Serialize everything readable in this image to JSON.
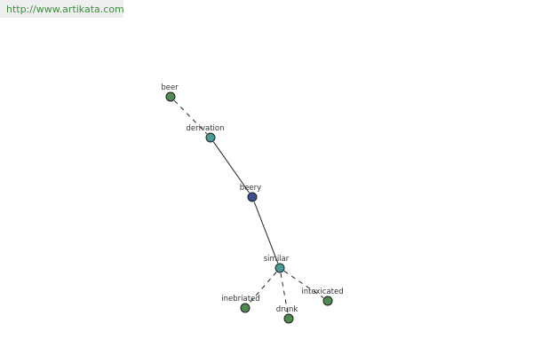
{
  "header": {
    "url": "http://www.artikata.com"
  },
  "colors": {
    "leaf_node": "#4f8a4f",
    "relation_node": "#4a9a9a",
    "center_node": "#3b4f8f",
    "edge": "#222222"
  },
  "graph": {
    "nodes": [
      {
        "id": "beer",
        "label": "beer",
        "kind": "leaf"
      },
      {
        "id": "derivation",
        "label": "derivation",
        "kind": "relation"
      },
      {
        "id": "beery",
        "label": "beery",
        "kind": "center"
      },
      {
        "id": "similar",
        "label": "similar",
        "kind": "relation"
      },
      {
        "id": "inebriated",
        "label": "inebriated",
        "kind": "leaf"
      },
      {
        "id": "drunk",
        "label": "drunk",
        "kind": "leaf"
      },
      {
        "id": "intoxicated",
        "label": "intoxicated",
        "kind": "leaf"
      }
    ],
    "edges": [
      {
        "from": "beer",
        "to": "derivation",
        "style": "dashed"
      },
      {
        "from": "derivation",
        "to": "beery",
        "style": "solid"
      },
      {
        "from": "beery",
        "to": "similar",
        "style": "solid"
      },
      {
        "from": "similar",
        "to": "inebriated",
        "style": "dashed"
      },
      {
        "from": "similar",
        "to": "drunk",
        "style": "dashed"
      },
      {
        "from": "similar",
        "to": "intoxicated",
        "style": "dashed"
      }
    ]
  }
}
